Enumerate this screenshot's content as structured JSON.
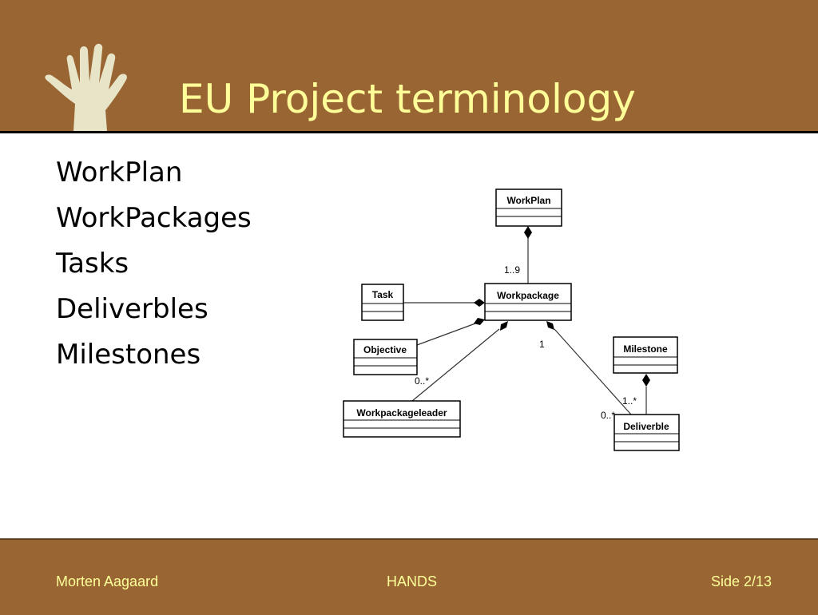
{
  "slide": {
    "title": "EU Project terminology",
    "bullets": [
      "WorkPlan",
      "WorkPackages",
      "Tasks",
      "Deliverbles",
      "Milestones"
    ]
  },
  "diagram": {
    "classes": {
      "workplan": "WorkPlan",
      "workpackage": "Workpackage",
      "task": "Task",
      "objective": "Objective",
      "workpackageleader": "Workpackageleader",
      "milestone": "Milestone",
      "deliverble": "Deliverble"
    },
    "multiplicities": {
      "workplan_workpackage": "1..9",
      "workpackage_deliverble": "1",
      "workpackage_leader": "0..*",
      "milestone_deliverble": "1..*",
      "deliverble_end": "0..*"
    }
  },
  "footer": {
    "author": "Morten Aagaard",
    "project": "HANDS",
    "page": "Side 2/13"
  },
  "colors": {
    "band": "#996633",
    "title_text": "#ffff99",
    "hand": "#e8e4c8"
  }
}
